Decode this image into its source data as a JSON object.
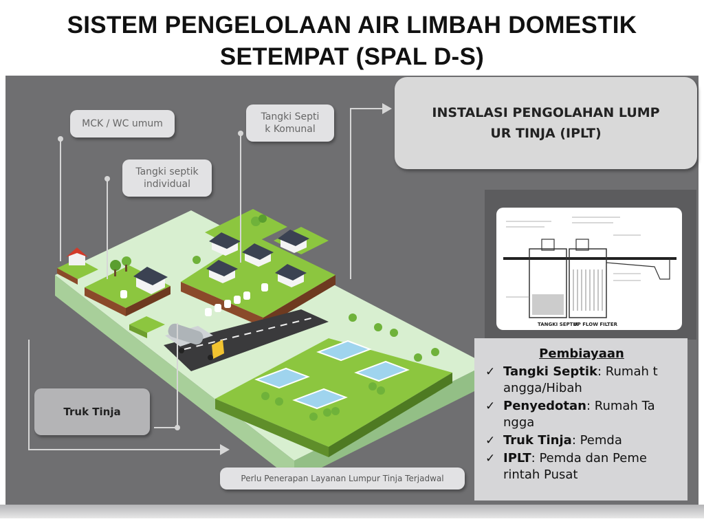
{
  "title": {
    "line1": "SISTEM PENGELOLAAN AIR LIMBAH DOMESTIK",
    "line2": "SETEMPAT (SPAL D-S)"
  },
  "callouts": {
    "mck": "MCK / WC umum",
    "tangki_individual_line1": "Tangki septik",
    "tangki_individual_line2": "individual",
    "tangki_komunal_line1": "Tangki Septi",
    "tangki_komunal_line2": "k Komunal",
    "truk": "Truk Tinja",
    "perlu": "Perlu Penerapan Layanan Lumpur Tinja Terjadwal"
  },
  "iplt": {
    "line1": "INSTALASI PENGOLAHAN LUMP",
    "line2": "UR TINJA (IPLT)"
  },
  "diagram_labels": {
    "tank_left": "TANGKI SEPTIK",
    "tank_right": "UP FLOW FILTER"
  },
  "financing": {
    "title": "Pembiayaan",
    "items": [
      {
        "key": "Tangki Septik",
        "value": ": Rumah t angga/Hibah"
      },
      {
        "key": "Penyedotan",
        "value": ": Rumah Ta ngga"
      },
      {
        "key": "Truk Tinja",
        "value": ": Pemda"
      },
      {
        "key": "IPLT",
        "value": ": Pemda dan Peme rintah Pusat"
      }
    ]
  },
  "colors": {
    "background_panel": "#6f6f71",
    "land_light": "#c7e6b6",
    "grass": "#8cc63f",
    "pond": "#9fd4ee"
  }
}
